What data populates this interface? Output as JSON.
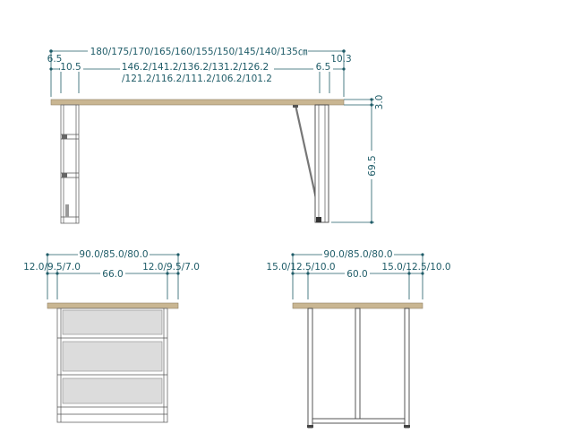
{
  "side_view": {
    "overall_width": "180/175/170/165/160/155/150/145/140/135㎝",
    "left_offset_outer": "6.5",
    "left_offset_inner": "10.5",
    "span_line1": "146.2/141.2/136.2/131.2/126.2",
    "span_line2": "/121.2/116.2/111.2/106.2/101.2",
    "right_offset_inner": "6.5",
    "right_offset_outer": "10.3",
    "top_thickness": "3.0",
    "height": "69.5"
  },
  "cabinet_end_view": {
    "overall_depth": "90.0/85.0/80.0",
    "left_overhang": "12.0/9.5/7.0",
    "inner_width": "66.0",
    "right_overhang": "12.0/9.5/7.0"
  },
  "leg_end_view": {
    "overall_depth": "90.0/85.0/80.0",
    "left_overhang": "15.0/12.5/10.0",
    "inner_width": "60.0",
    "right_overhang": "15.0/12.5/10.0"
  },
  "colors": {
    "dimension": "#1f5c68",
    "tabletop": "#c9b692",
    "shelf": "#dcdcdc",
    "steel": "#444444"
  }
}
